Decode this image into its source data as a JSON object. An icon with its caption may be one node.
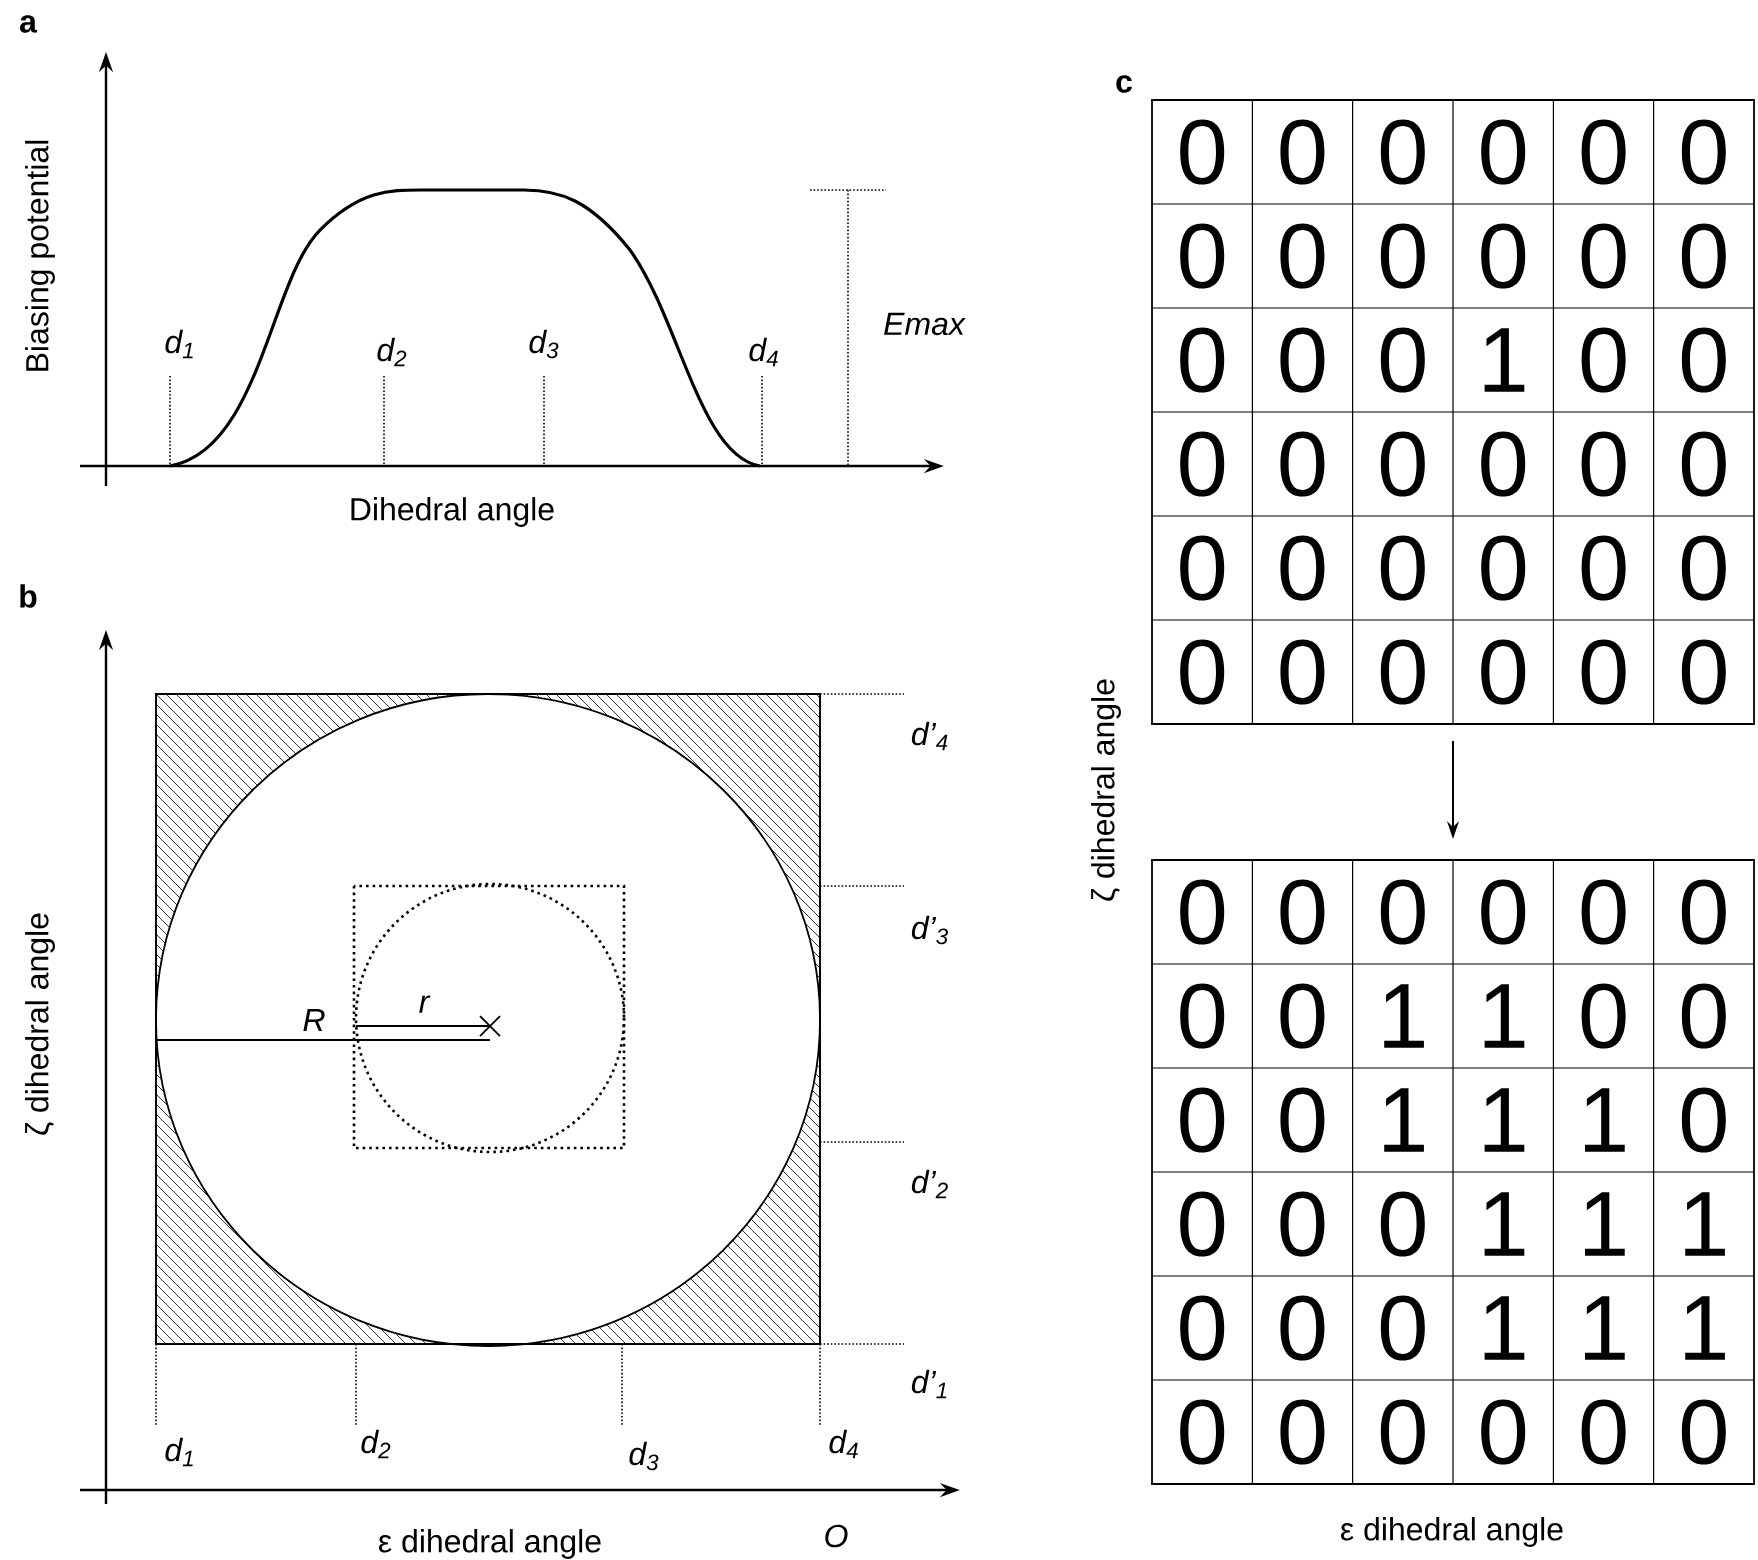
{
  "diagram": {
    "nodes": [
      {
        "text": [],
        "shape": "box"
      },
      {
        "text": [],
        "shape": "box"
      }
    ],
    "edges": [
      {
        "from": 0,
        "to": 1,
        "arrow": "to"
      }
    ],
    "labels": [
      "a",
      "Biasing potential",
      "d$_{1}$",
      "d$_{2}$",
      "d$_{3}$",
      "d$_{4}$",
      "Emax",
      "Dihedral angle",
      "b",
      "ζ dihedral angle",
      "d’$_{4}$",
      "d’$_{3}$",
      "R",
      "r",
      "d’$_{2}$",
      "d’$_{1}$",
      "d$_{1}$",
      "d$_{2}$",
      "d$_{3}$",
      "d$_{4}$",
      "ε dihedral angle",
      "O",
      "c",
      "ζ dihedral angle",
      "0",
      "0",
      "0",
      "0",
      "0",
      "0",
      "0",
      "0",
      "0",
      "0",
      "0",
      "0",
      "0",
      "0",
      "0",
      "1",
      "0",
      "0",
      "0",
      "0",
      "0",
      "0",
      "0",
      "0",
      "0",
      "0",
      "0",
      "0",
      "0",
      "0",
      "0",
      "0",
      "0",
      "0",
      "0",
      "0",
      "0",
      "0",
      "0",
      "0",
      "0",
      "0",
      "0",
      "0",
      "1",
      "1",
      "0",
      "0",
      "0",
      "0",
      "1",
      "1",
      "1",
      "0",
      "0",
      "0",
      "0",
      "1",
      "1",
      "1",
      "0",
      "0",
      "0",
      "1",
      "1",
      "1",
      "0",
      "0",
      "0",
      "0",
      "0",
      "0",
      "ε dihedral angle"
    ]
  }
}
